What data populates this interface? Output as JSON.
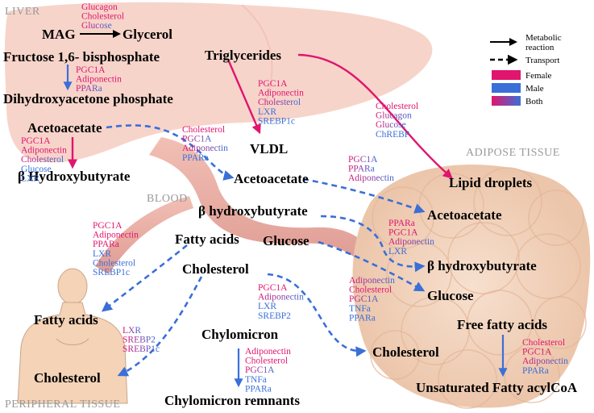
{
  "colors": {
    "female": "#e0156e",
    "male": "#3a6fd8",
    "both_start": "#e0156e",
    "both_end": "#3a6fd8",
    "liver": "#f6cfc4",
    "adipose": "#f1d4bf",
    "blood": "#e8a79c",
    "skin": "#f4d3b7"
  },
  "regions": {
    "liver": "LIVER",
    "blood": "BLOOD",
    "adipose": "ADIPOSE TISSUE",
    "peripheral": "PERIPHERAL TISSUE"
  },
  "legend": {
    "metabolic": "Metabolic",
    "reaction": "reaction",
    "transport": "Transport",
    "female": "Female",
    "male": "Male",
    "both": "Both"
  },
  "nodes": {
    "mag": "MAG",
    "glycerol": "Glycerol",
    "fructose": "Fructose 1,6- bisphosphate",
    "dhap": "Dihydroxyacetone phosphate",
    "triglycerides": "Triglycerides",
    "vldl": "VLDL",
    "acetoacetate_liver": "Acetoacetate",
    "b_hydroxy_liver": "β Hydroxybutyrate",
    "acetoacetate_blood": "Acetoacetate",
    "b_hydroxy_blood": "β hydroxybutyrate",
    "fatty_acids_blood": "Fatty acids",
    "glucose_blood": "Glucose",
    "cholesterol_blood": "Cholesterol",
    "chylomicron": "Chylomicron",
    "chylomicron_remnants": "Chylomicron remnants",
    "lipid_droplets": "Lipid droplets",
    "acetoacetate_adipose": "Acetoacetate",
    "b_hydroxy_adipose": "β hydroxybutyrate",
    "glucose_adipose": "Glucose",
    "cholesterol_adipose": "Cholesterol",
    "free_fatty_acids": "Free fatty acids",
    "unsat_fatty": "Unsaturated Fatty acylCoA",
    "fatty_acids_periph": "Fatty acids",
    "cholesterol_periph": "Cholesterol"
  },
  "regulators": {
    "mag_glycerol": [
      {
        "text": "Glucagon",
        "sex": "female"
      },
      {
        "text": "Cholesterol",
        "sex": "female"
      },
      {
        "text": "Glucose",
        "sex": "both"
      }
    ],
    "fructose_dhap": [
      {
        "text": "PGC1A",
        "sex": "female"
      },
      {
        "text": "Adiponectin",
        "sex": "female"
      },
      {
        "text": "PPARa",
        "sex": "both"
      }
    ],
    "trig_vldl": [
      {
        "text": "PGC1A",
        "sex": "female"
      },
      {
        "text": "Adiponectin",
        "sex": "female"
      },
      {
        "text": "Cholesterol",
        "sex": "both"
      },
      {
        "text": "LXR",
        "sex": "male"
      },
      {
        "text": "SREBP1c",
        "sex": "male"
      }
    ],
    "trig_lipid": [
      {
        "text": "Cholesterol",
        "sex": "female"
      },
      {
        "text": "Glucagon",
        "sex": "both"
      },
      {
        "text": "Glucose",
        "sex": "both"
      },
      {
        "text": "ChREBP",
        "sex": "male"
      }
    ],
    "aceto_bhb_liver": [
      {
        "text": "PGC1A",
        "sex": "female"
      },
      {
        "text": "Adiponectin",
        "sex": "female"
      },
      {
        "text": "Cholesterol",
        "sex": "both"
      },
      {
        "text": "Glucose",
        "sex": "male"
      },
      {
        "text": "LXR",
        "sex": "male"
      }
    ],
    "aceto_liver_blood": [
      {
        "text": "Cholesterol",
        "sex": "female"
      },
      {
        "text": "PGC1A",
        "sex": "both"
      },
      {
        "text": "Adiponectin",
        "sex": "both"
      },
      {
        "text": "PPARa",
        "sex": "male"
      }
    ],
    "aceto_blood_adipose": [
      {
        "text": "PGC1A",
        "sex": "both"
      },
      {
        "text": "PPARa",
        "sex": "both"
      },
      {
        "text": "Adiponectin",
        "sex": "both"
      }
    ],
    "bhb_adipose": [
      {
        "text": "PPARa",
        "sex": "female"
      },
      {
        "text": "PGC1A",
        "sex": "female"
      },
      {
        "text": "Adiponectin",
        "sex": "both"
      },
      {
        "text": "LXR",
        "sex": "male"
      }
    ],
    "fatty_periph": [
      {
        "text": "PGC1A",
        "sex": "female"
      },
      {
        "text": "Adiponectin",
        "sex": "female"
      },
      {
        "text": "PPARa",
        "sex": "female"
      },
      {
        "text": "LXR",
        "sex": "male"
      },
      {
        "text": "Cholesterol",
        "sex": "male"
      },
      {
        "text": "SREBP1c",
        "sex": "male"
      }
    ],
    "chol_adipose": [
      {
        "text": "PGC1A",
        "sex": "female"
      },
      {
        "text": "Adiponectin",
        "sex": "both"
      },
      {
        "text": "LXR",
        "sex": "male"
      },
      {
        "text": "SREBP2",
        "sex": "male"
      }
    ],
    "glucose_adipose": [
      {
        "text": "Adiponectin",
        "sex": "both"
      },
      {
        "text": "Cholesterol",
        "sex": "female"
      },
      {
        "text": "PGC1A",
        "sex": "both"
      },
      {
        "text": "TNFa",
        "sex": "male"
      },
      {
        "text": "PPARa",
        "sex": "male"
      }
    ],
    "chol_periph": [
      {
        "text": "LXR",
        "sex": "both"
      },
      {
        "text": "SREBP2",
        "sex": "both"
      },
      {
        "text": "SREBP1c",
        "sex": "both"
      }
    ],
    "chylo": [
      {
        "text": "Adiponectin",
        "sex": "female"
      },
      {
        "text": "Cholesterol",
        "sex": "female"
      },
      {
        "text": "PGC1A",
        "sex": "both"
      },
      {
        "text": "TNFa",
        "sex": "male"
      },
      {
        "text": "PPARa",
        "sex": "male"
      }
    ],
    "ffa_unsat": [
      {
        "text": "Cholesterol",
        "sex": "female"
      },
      {
        "text": "PGC1A",
        "sex": "female"
      },
      {
        "text": "Adiponectin",
        "sex": "both"
      },
      {
        "text": "PPARa",
        "sex": "male"
      }
    ]
  }
}
